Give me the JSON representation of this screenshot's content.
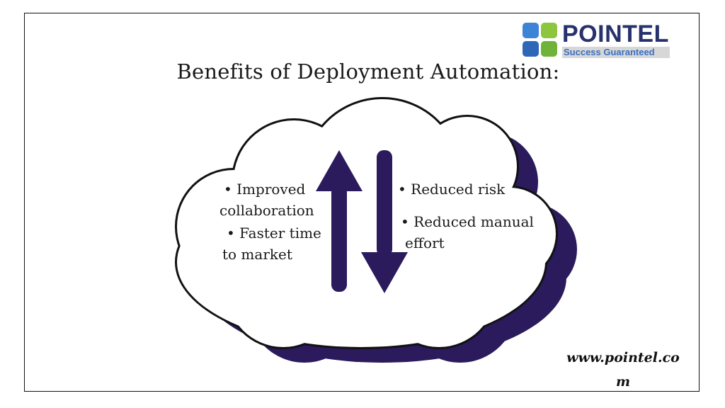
{
  "logo": {
    "name": "POINTEL",
    "tagline": "Success Guaranteed"
  },
  "title": "Benefits of Deployment Automation:",
  "left_points": [
    {
      "line1": "• Improved",
      "line2": "collaboration"
    },
    {
      "line1": "• Faster time",
      "line2": "to market"
    }
  ],
  "right_points": [
    {
      "line1": "• Reduced risk",
      "line2": ""
    },
    {
      "line1": "• Reduced manual",
      "line2": "effort"
    }
  ],
  "website": {
    "line1": "www.pointel.co",
    "line2": "m"
  },
  "colors": {
    "shadow": "#2b1a5c",
    "arrow": "#2b1a5c",
    "cloud_fill": "#ffffff",
    "outline": "#111111"
  }
}
